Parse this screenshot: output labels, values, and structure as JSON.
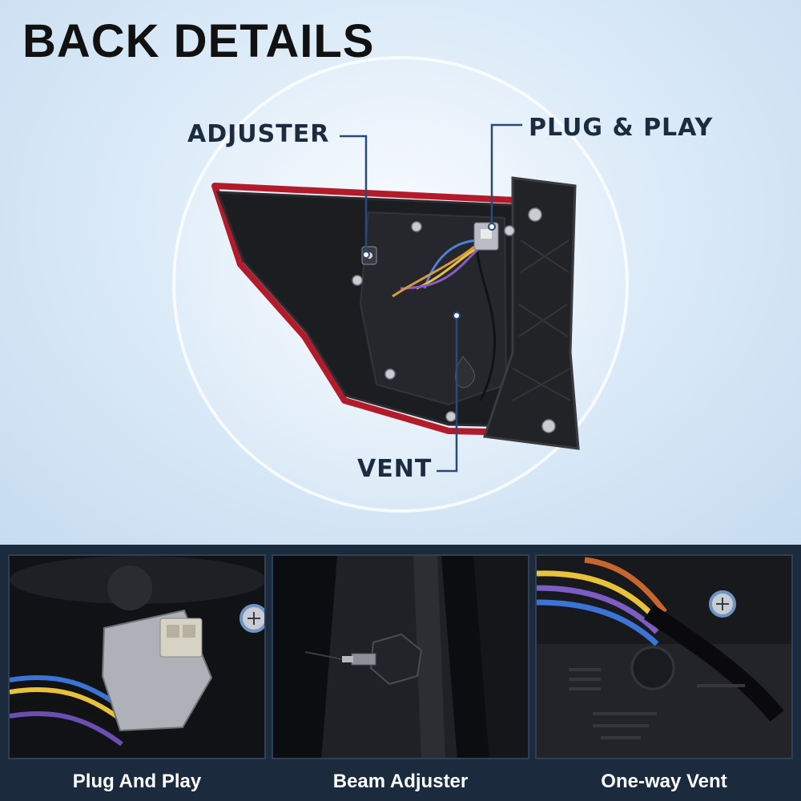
{
  "title": "BACK DETAILS",
  "callouts": {
    "adjuster": "ADJUSTER",
    "plug_play": "PLUG & PLAY",
    "vent": "VENT"
  },
  "thumbnails": [
    {
      "caption": "Plug And Play"
    },
    {
      "caption": "Beam Adjuster"
    },
    {
      "caption": "One-way Vent"
    }
  ],
  "colors": {
    "callout_text": "#1c2b3e",
    "leader_line": "#2a4a78",
    "lens_red": "#b31b2a",
    "footer_band": "#1b2a3d"
  }
}
